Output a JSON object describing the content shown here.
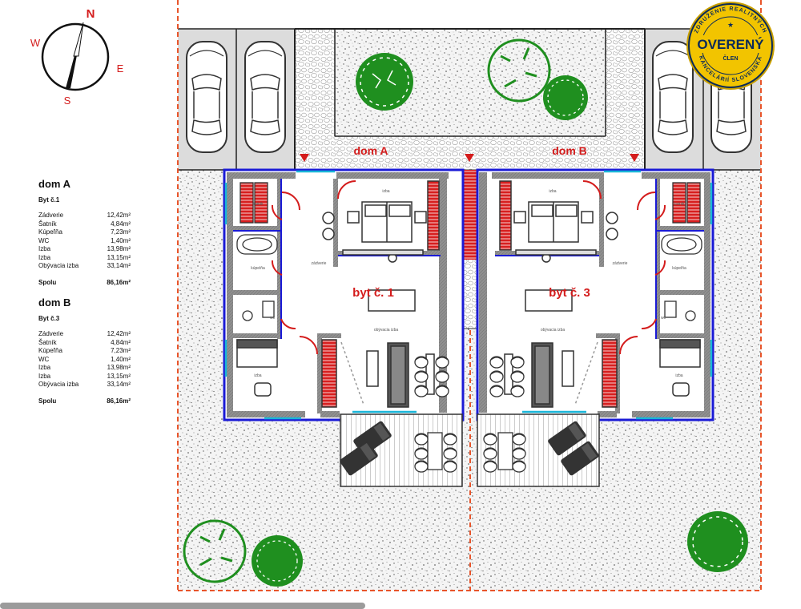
{
  "compass": {
    "north": "N",
    "west": "W",
    "east": "E",
    "south": "S"
  },
  "badge": {
    "main": "OVERENÝ",
    "sub": "ČLEN",
    "ring_top": "ZDRUŽENIE REALITNÝCH",
    "ring_bottom": "KANCELÁRIÍ SLOVENSKA",
    "ring_color": "#0b2b5a",
    "fill_color": "#f2c400"
  },
  "plan_labels": {
    "house_a": "dom A",
    "house_b": "dom B",
    "unit_1": "byt č. 1",
    "unit_3": "byt č. 3",
    "label_color": "#d41c1c"
  },
  "rooms": {
    "satnik": "šatník",
    "kupelna": "kúpelňa",
    "wc": "wc",
    "izba": "izba",
    "zadverie": "zádverie",
    "obyvacia": "obývacia izba"
  },
  "legend": [
    {
      "house": "dom A",
      "unit": "Byt č.1",
      "rows": [
        {
          "name": "Zádverie",
          "area": "12,42m²"
        },
        {
          "name": "Šatník",
          "area": "4,84m²"
        },
        {
          "name": "Kúpeľňa",
          "area": "7,23m²"
        },
        {
          "name": "WC",
          "area": "1,40m²"
        },
        {
          "name": "Izba",
          "area": "13,98m²"
        },
        {
          "name": "Izba",
          "area": "13,15m²"
        },
        {
          "name": "Obývacia izba",
          "area": "33,14m²"
        }
      ],
      "total_label": "Spolu",
      "total": "86,16m²"
    },
    {
      "house": "dom B",
      "unit": "Byt č.3",
      "rows": [
        {
          "name": "Zádverie",
          "area": "12,42m²"
        },
        {
          "name": "Šatník",
          "area": "4,84m²"
        },
        {
          "name": "Kúpeľňa",
          "area": "7,23m²"
        },
        {
          "name": "WC",
          "area": "1,40m²"
        },
        {
          "name": "Izba",
          "area": "13,98m²"
        },
        {
          "name": "Izba",
          "area": "13,15m²"
        },
        {
          "name": "Obývacia izba",
          "area": "33,14m²"
        }
      ],
      "total_label": "Spolu",
      "total": "86,16m²"
    }
  ],
  "colors": {
    "wall": "#1a1ad6",
    "wall_fill": "#8c8c8c",
    "property_line": "#e8552b",
    "tree": "#1e8a1e",
    "door": "#d41c1c",
    "glass": "#19b5d8"
  }
}
